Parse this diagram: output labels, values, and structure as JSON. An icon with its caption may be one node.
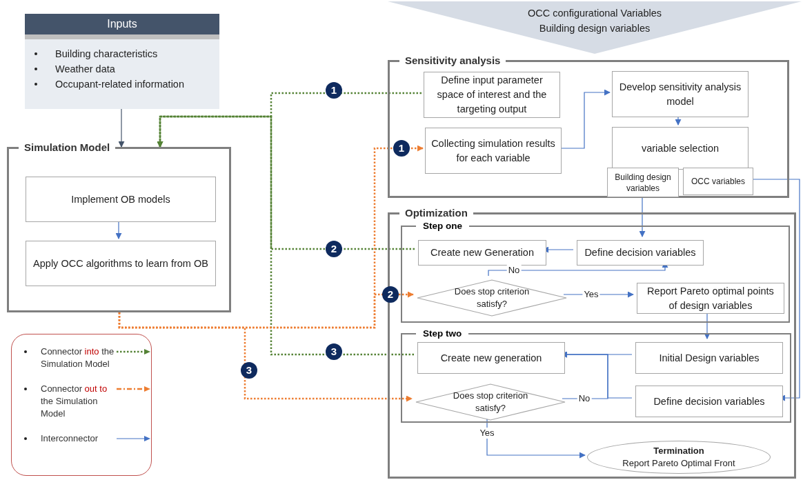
{
  "diagram": {
    "nodes": [
      {
        "text": [
          "Inputs",
          "Building characteristics",
          "Weather data",
          "Occupant-related information"
        ]
      },
      {
        "text": [
          "OCC configurational Variables",
          "Building design variables"
        ]
      },
      {
        "text": [
          "Simulation Model"
        ]
      },
      {
        "text": [
          "Implement OB models"
        ],
        "in": 2
      },
      {
        "text": [
          "Apply OCC algorithms to learn from OB"
        ],
        "in": 2
      },
      {
        "text": [
          "Sensitivity analysis"
        ]
      },
      {
        "text": [
          "Define input parameter space of interest and the targeting output"
        ],
        "in": 5
      },
      {
        "text": [
          "Collecting simulation results for each variable"
        ],
        "in": 5
      },
      {
        "text": [
          "Develop sensitivity analysis model"
        ],
        "in": 5
      },
      {
        "text": [
          "variable selection"
        ],
        "in": 5
      },
      {
        "text": [
          "Building design variables"
        ],
        "in": 5
      },
      {
        "text": [
          "OCC variables"
        ],
        "in": 5
      },
      {
        "text": [
          "Optimization"
        ]
      },
      {
        "text": [
          "Step one"
        ],
        "in": 12
      },
      {
        "text": [
          "Create new Generation"
        ],
        "in": 13
      },
      {
        "text": [
          "Define decision variables"
        ],
        "in": 13
      },
      {
        "text": [
          "Does stop criterion satisfy?"
        ],
        "in": 13
      },
      {
        "text": [
          "Report Pareto optimal points of design variables"
        ],
        "in": 13
      },
      {
        "text": [
          "Step two"
        ],
        "in": 12
      },
      {
        "text": [
          "Create new generation"
        ],
        "in": 18
      },
      {
        "text": [
          "Initial Design variables"
        ],
        "in": 18
      },
      {
        "text": [
          "Does stop criterion satisfy?"
        ],
        "in": 18
      },
      {
        "text": [
          "Define decision variables"
        ],
        "in": 18
      },
      {
        "text": [
          "Termination",
          "Report Pareto Optimal Front"
        ],
        "in": 12
      }
    ],
    "edges": [
      {
        "from": 0,
        "to": 2,
        "arrow": "to",
        "color": "#44546a"
      },
      {
        "from": 6,
        "to": 2,
        "arrow": "to",
        "label": "1",
        "style": "dashed",
        "color": "#548235"
      },
      {
        "from": 14,
        "to": 2,
        "arrow": "to",
        "label": "2",
        "style": "dashed",
        "color": "#548235"
      },
      {
        "from": 19,
        "to": 2,
        "arrow": "to",
        "label": "3",
        "style": "dashed",
        "color": "#548235"
      },
      {
        "from": 2,
        "to": 7,
        "arrow": "to",
        "label": "1",
        "style": "dashed",
        "color": "#ed7d31"
      },
      {
        "from": 2,
        "to": 16,
        "arrow": "to",
        "label": "2",
        "style": "dashed",
        "color": "#ed7d31"
      },
      {
        "from": 2,
        "to": 21,
        "arrow": "to",
        "label": "3",
        "style": "dashed",
        "color": "#ed7d31"
      },
      {
        "from": 3,
        "to": 4,
        "arrow": "to"
      },
      {
        "from": 7,
        "to": 8,
        "arrow": "to"
      },
      {
        "from": 8,
        "to": 9,
        "arrow": "to"
      },
      {
        "from": 10,
        "to": 15,
        "arrow": "to"
      },
      {
        "from": 15,
        "to": 14,
        "arrow": "to"
      },
      {
        "from": 16,
        "to": 15,
        "arrow": "to",
        "label": "No"
      },
      {
        "from": 16,
        "to": 17,
        "arrow": "to",
        "label": "Yes"
      },
      {
        "from": 17,
        "to": 20,
        "arrow": "to"
      },
      {
        "from": 20,
        "to": 19,
        "arrow": "to"
      },
      {
        "from": 21,
        "to": 19,
        "arrow": "to",
        "label": "No"
      },
      {
        "from": 22,
        "to": 19,
        "arrow": "to"
      },
      {
        "from": 21,
        "to": 23,
        "arrow": "to",
        "label": "Yes"
      },
      {
        "from": 11,
        "to": 22,
        "arrow": "to"
      }
    ],
    "legend": [
      {
        "text": "Connector *into* the Simulation Model"
      },
      {
        "text": "Connector *out to* the Simulation Model"
      },
      {
        "text": "Interconnector"
      }
    ]
  }
}
